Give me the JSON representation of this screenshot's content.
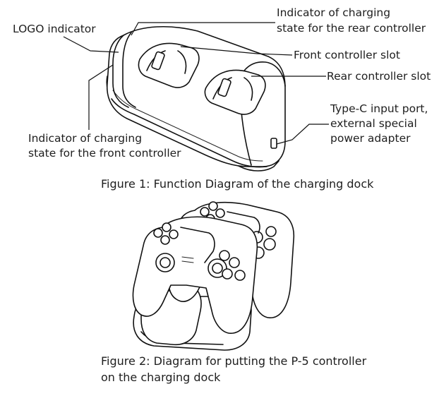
{
  "figure1": {
    "caption": "Figure 1: Function Diagram of the charging dock",
    "labels": {
      "logo_indicator": "LOGO indicator",
      "rear_indicator_line1": "Indicator of charging",
      "rear_indicator_line2": "state for the rear controller",
      "front_slot": "Front controller slot",
      "rear_slot": "Rear controller slot",
      "typec_line1": "Type-C input port,",
      "typec_line2": "external special",
      "typec_line3": "power adapter",
      "front_indicator_line1": "Indicator of charging",
      "front_indicator_line2": "state for the front controller"
    }
  },
  "figure2": {
    "caption_line1": "Figure 2: Diagram for putting the P-5 controller",
    "caption_line2": "on the charging dock"
  }
}
